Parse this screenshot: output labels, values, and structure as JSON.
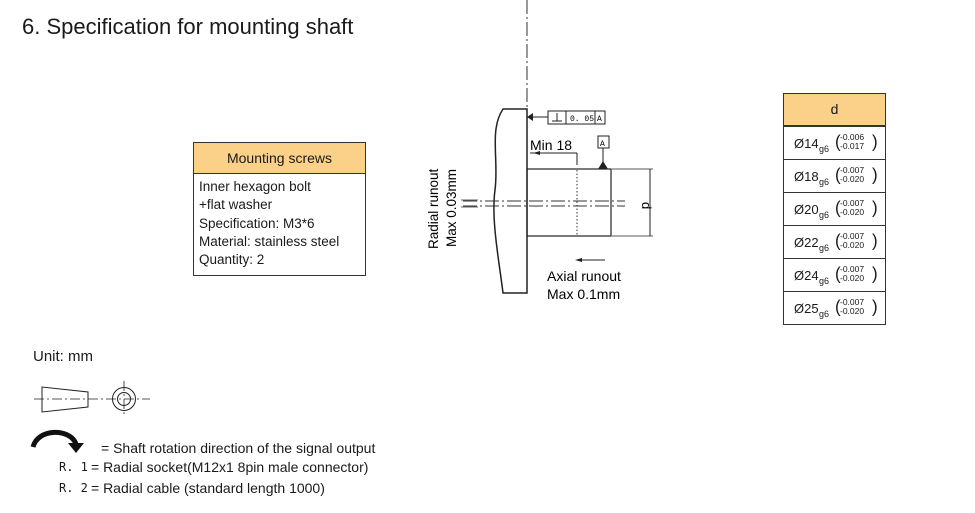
{
  "title": "6. Specification for mounting shaft",
  "screws": {
    "header": "Mounting screws",
    "lines": [
      "Inner hexagon bolt",
      "+flat washer",
      "Specification: M3*6",
      "Material: stainless steel",
      "Quantity: 2"
    ]
  },
  "drawing": {
    "tolerance_value": "0. 05",
    "datum": "A",
    "min_label": "Min 18",
    "radial_1": "Radial runout",
    "radial_2": "Max 0.03mm",
    "axial_1": "Axial runout",
    "axial_2": "Max 0.1mm",
    "d_label": "d"
  },
  "dtable": {
    "header": "d",
    "rows": [
      {
        "dia": "Ø14",
        "grade": "g6",
        "upper": "-0.006",
        "lower": "-0.017"
      },
      {
        "dia": "Ø18",
        "grade": "g6",
        "upper": "-0.007",
        "lower": "-0.020"
      },
      {
        "dia": "Ø20",
        "grade": "g6",
        "upper": "-0.007",
        "lower": "-0.020"
      },
      {
        "dia": "Ø22",
        "grade": "g6",
        "upper": "-0.007",
        "lower": "-0.020"
      },
      {
        "dia": "Ø24",
        "grade": "g6",
        "upper": "-0.007",
        "lower": "-0.020"
      },
      {
        "dia": "Ø25",
        "grade": "g6",
        "upper": "-0.007",
        "lower": "-0.020"
      }
    ]
  },
  "unit": "Unit: mm",
  "legend": {
    "rotation": "= Shaft rotation direction of the signal output",
    "r1_code": "R. 1",
    "r1_text": "=  Radial socket(M12x1 8pin male connector)",
    "r2_code": "R. 2",
    "r2_text": "=  Radial cable (standard length 1000)"
  }
}
